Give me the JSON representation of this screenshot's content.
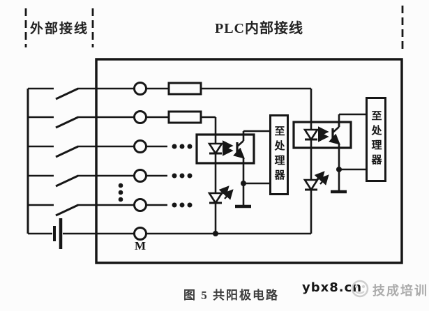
{
  "header": {
    "external_label": "外部接线",
    "internal_label": "PLC内部接线"
  },
  "diagram": {
    "to_processor_left": "至处理器",
    "to_processor_right": "至处理器",
    "common_terminal": "M",
    "components": {
      "switch_count": 5,
      "terminal_count": 6,
      "resistor_count": 2,
      "optocoupler_count": 2,
      "indicator_led_count": 2
    }
  },
  "caption": {
    "figure": "图 5 共阳极电路"
  },
  "watermark": {
    "site": "ybx8.cn",
    "brand": "技成培训"
  },
  "colors": {
    "line": "#161616",
    "background": "#fcfcfc",
    "caption_text": "#3d3d3d",
    "watermark_gray": "#ababab"
  }
}
